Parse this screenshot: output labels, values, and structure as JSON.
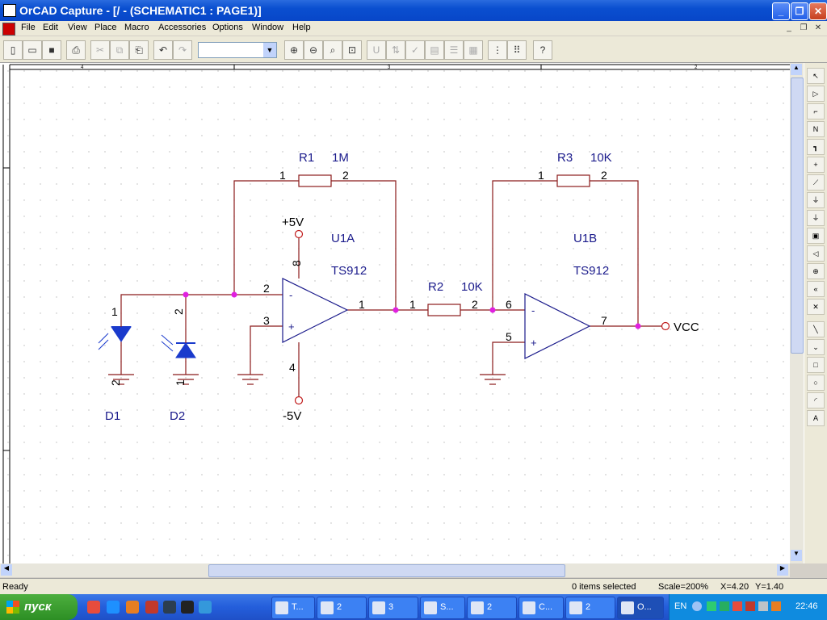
{
  "window": {
    "title": "OrCAD Capture - [/ - (SCHEMATIC1 : PAGE1)]"
  },
  "menu": [
    "File",
    "Edit",
    "View",
    "Place",
    "Macro",
    "Accessories",
    "Options",
    "Window",
    "Help"
  ],
  "ruler": {
    "left": "4",
    "mid": "3",
    "right": "2"
  },
  "schematic": {
    "r1": {
      "ref": "R1",
      "value": "1M",
      "pin1": "1",
      "pin2": "2"
    },
    "r2": {
      "ref": "R2",
      "value": "10K",
      "pin1": "1",
      "pin2": "2"
    },
    "r3": {
      "ref": "R3",
      "value": "10K",
      "pin1": "1",
      "pin2": "2"
    },
    "u1a": {
      "ref": "U1A",
      "part": "TS912",
      "pin_minus": "2",
      "pin_plus": "3",
      "pin_out": "1",
      "pin_vcc": "8",
      "pin_vee": "4",
      "minus": "-",
      "plus": "+"
    },
    "u1b": {
      "ref": "U1B",
      "part": "TS912",
      "pin_minus": "6",
      "pin_plus": "5",
      "pin_out": "7",
      "minus": "-",
      "plus": "+"
    },
    "d1": {
      "ref": "D1",
      "pin1": "1",
      "pin2": "2"
    },
    "d2": {
      "ref": "D2",
      "pin1": "2",
      "pin2": "1"
    },
    "pos_supply": "+5V",
    "neg_supply": "-5V",
    "output_port": "VCC"
  },
  "status": {
    "left": "Ready",
    "selected": "0 items selected",
    "scale": "Scale=200%",
    "x": "X=4.20",
    "y": "Y=1.40"
  },
  "taskbar": {
    "start": "пуск",
    "tasks": [
      {
        "label": "T...",
        "icon": "app-icon"
      },
      {
        "label": "2",
        "icon": "ie-icon"
      },
      {
        "label": "3",
        "icon": "app-icon"
      },
      {
        "label": "S...",
        "icon": "app-icon"
      },
      {
        "label": "2",
        "icon": "folder-icon"
      },
      {
        "label": "C...",
        "icon": "app-icon"
      },
      {
        "label": "2",
        "icon": "acrobat-icon"
      },
      {
        "label": "O...",
        "icon": "orcad-icon"
      }
    ],
    "lang": "EN",
    "clock": "22:46"
  }
}
